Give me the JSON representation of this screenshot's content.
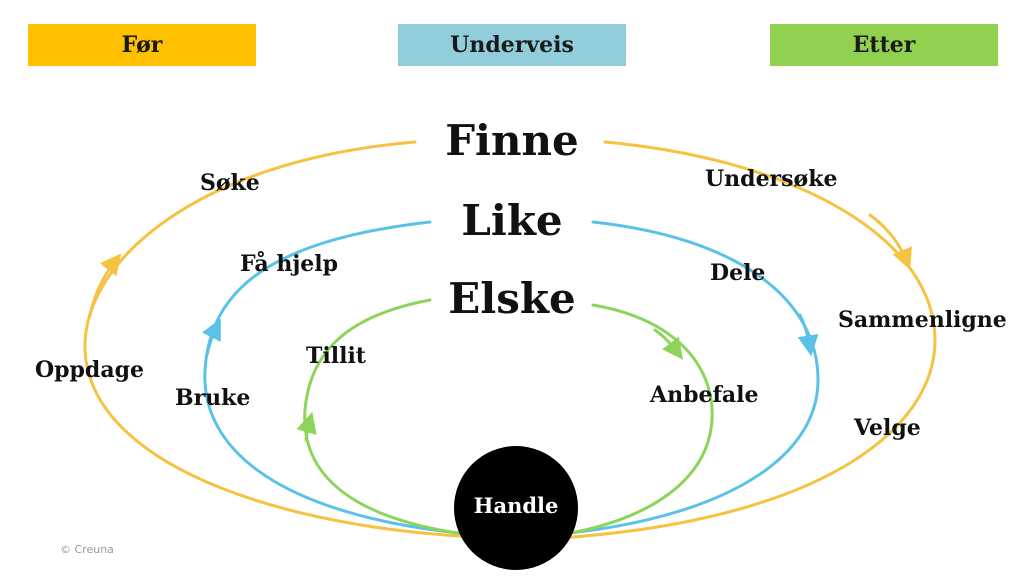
{
  "phases": {
    "before": {
      "label": "Før",
      "color": "#FFC000"
    },
    "during": {
      "label": "Underveis",
      "color": "#92CDDC"
    },
    "after": {
      "label": "Etter",
      "color": "#92D050"
    }
  },
  "stages": {
    "find": "Finne",
    "like": "Like",
    "love": "Elske"
  },
  "center": {
    "label": "Handle"
  },
  "outer_loop": {
    "color": "#F5C242",
    "steps": [
      "Oppdage",
      "Søke",
      "Undersøke",
      "Sammenligne",
      "Velge"
    ]
  },
  "middle_loop": {
    "color": "#5BC2E7",
    "steps": [
      "Bruke",
      "Få hjelp",
      "Dele"
    ]
  },
  "inner_loop": {
    "color": "#8DD45C",
    "steps": [
      "Tillit",
      "Anbefale"
    ]
  },
  "credit": "© Creuna"
}
